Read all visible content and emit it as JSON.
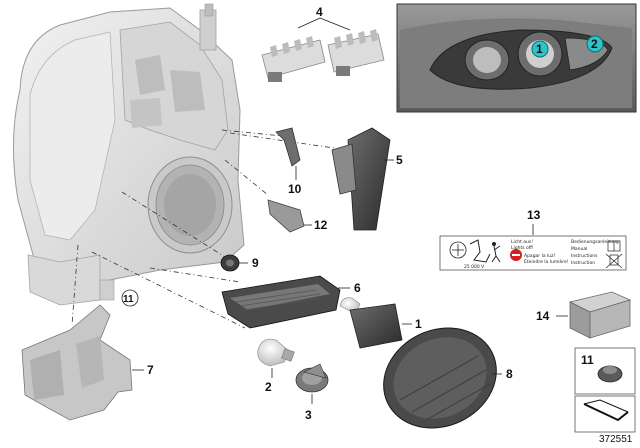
{
  "diagram": {
    "callouts": {
      "c1": "1",
      "c2": "2",
      "c3": "3",
      "c4": "4",
      "c5": "5",
      "c6": "6",
      "c7": "7",
      "c8": "8",
      "c9": "9",
      "c10": "10",
      "c11_circled": "11",
      "c12": "12",
      "c13": "13",
      "c14": "14",
      "c11_box": "11"
    },
    "inset": {
      "marker1": "1",
      "marker2": "2",
      "marker_color": "#2ec4c9"
    },
    "warning_label": {
      "col1": [
        "Licht aus!",
        "Lights off!",
        "Apagar la luz!",
        "Éteindre la lumière!"
      ],
      "col2": [
        "Bedienungsanleitung",
        "Manual",
        "Instructions",
        "Instruction"
      ],
      "voltage": "25 000 V"
    },
    "document_number": "372551"
  }
}
